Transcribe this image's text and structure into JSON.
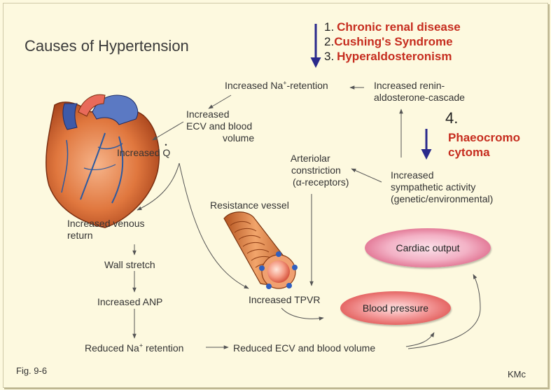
{
  "title": "Causes of Hypertension",
  "causes": [
    {
      "num": "1.",
      "label": "Chronic renal disease"
    },
    {
      "num": "2.",
      "label": "Cushing's Syndrome"
    },
    {
      "num": "3.",
      "label": "Hyperaldosteronism"
    }
  ],
  "cause4": {
    "num": "4.",
    "line1": "Phaeocromo",
    "line2": "cytoma"
  },
  "nodes": {
    "na_retention": {
      "text": "Increased Na",
      "sup": "+",
      "after": "-retention"
    },
    "renin": {
      "line1": "Increased  renin-",
      "line2": "aldosterone-cascade"
    },
    "ecv": {
      "line1": "Increased",
      "line2": "ECV and blood",
      "line3": "volume"
    },
    "cardiac_q": {
      "text": "Increased ",
      "q": "Q"
    },
    "arteriolar": {
      "line1": "Arteriolar",
      "line2": "constriction",
      "line3": "(α-receptors)"
    },
    "sympathetic": {
      "line1": "Increased",
      "line2": "sympathetic activity",
      "line3": "(genetic/environmental)"
    },
    "resistance_vessel": "Resistance vessel",
    "venous_return": {
      "line1": "Increased venous",
      "line2": "return"
    },
    "wall_stretch": "Wall stretch",
    "anp": "Increased ANP",
    "tpvr": "Increased TPVR",
    "reduced_na": {
      "text": "Reduced Na",
      "sup": "+",
      "after": " retention"
    },
    "reduced_ecv": "Reduced ECV and blood volume",
    "cardiac_output": "Cardiac output",
    "blood_pressure": "Blood pressure"
  },
  "footer": {
    "fig": "Fig. 9-6",
    "author": "KMc"
  },
  "colors": {
    "background": "#fdf9df",
    "cause_red": "#c62d1f",
    "arrow_blue": "#2a2a8c",
    "line_gray": "#555555"
  }
}
